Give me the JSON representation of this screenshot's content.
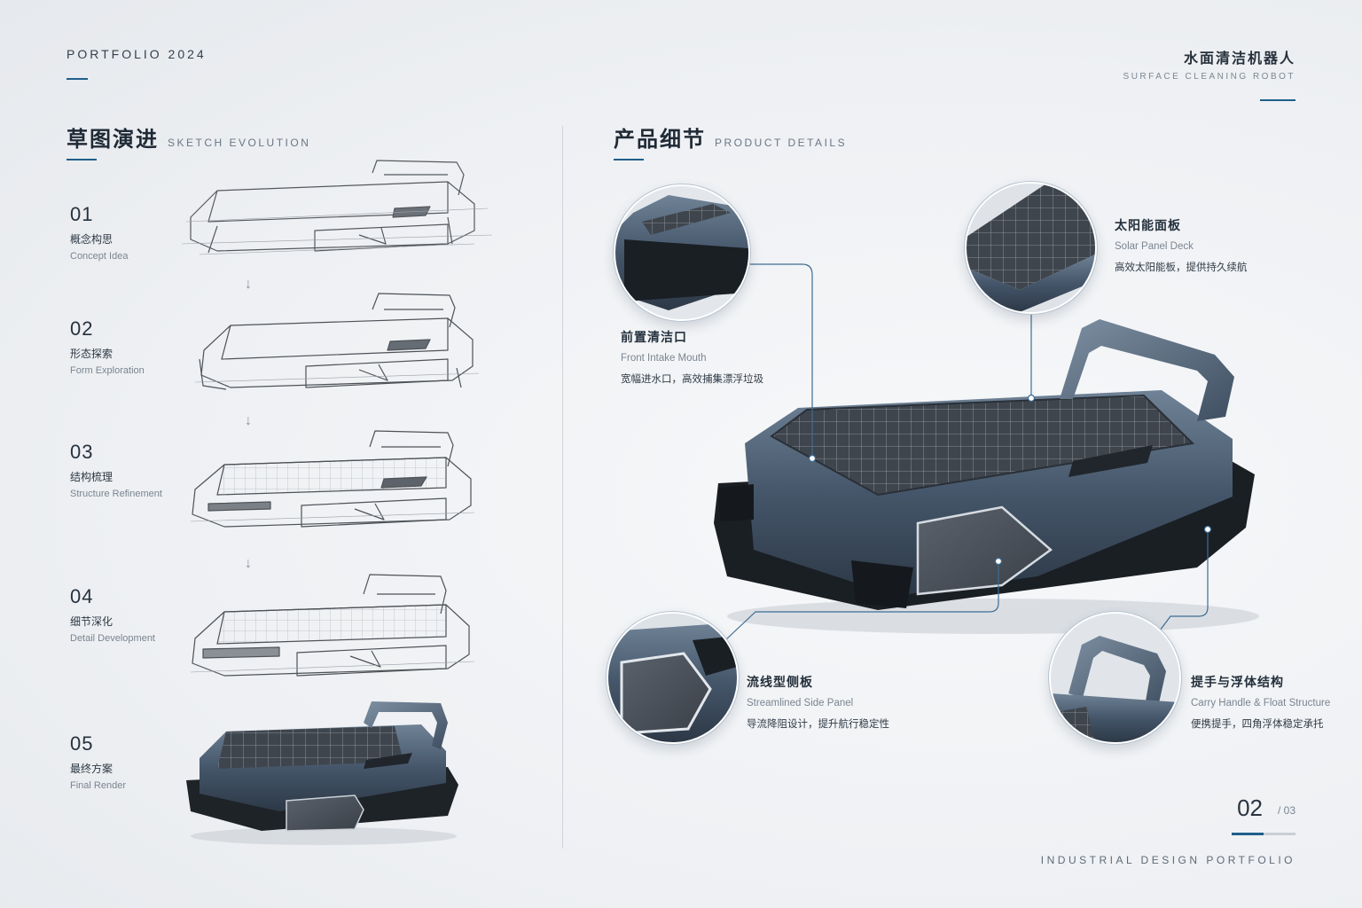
{
  "header": {
    "portfolio": "PORTFOLIO 2024",
    "project_cn": "水面清洁机器人",
    "project_en": "SURFACE CLEANING ROBOT"
  },
  "sketch_section": {
    "title_cn": "草图演进",
    "title_en": "SKETCH EVOLUTION",
    "steps": [
      {
        "num": "01",
        "cn": "概念构思",
        "en": "Concept Idea"
      },
      {
        "num": "02",
        "cn": "形态探索",
        "en": "Form Exploration"
      },
      {
        "num": "03",
        "cn": "结构梳理",
        "en": "Structure Refinement"
      },
      {
        "num": "04",
        "cn": "细节深化",
        "en": "Detail Development"
      },
      {
        "num": "05",
        "cn": "最终方案",
        "en": "Final Render"
      }
    ]
  },
  "detail_section": {
    "title_cn": "产品细节",
    "title_en": "PRODUCT DETAILS",
    "callouts": [
      {
        "cn": "前置清洁口",
        "en": "Front Intake Mouth",
        "desc": "宽幅进水口，高效捕集漂浮垃圾"
      },
      {
        "cn": "太阳能面板",
        "en": "Solar Panel Deck",
        "desc": "高效太阳能板，提供持久续航"
      },
      {
        "cn": "流线型侧板",
        "en": "Streamlined Side Panel",
        "desc": "导流降阻设计，提升航行稳定性"
      },
      {
        "cn": "提手与浮体结构",
        "en": "Carry Handle & Float Structure",
        "desc": "便携提手，四角浮体稳定承托"
      }
    ]
  },
  "pagination": {
    "current": "02",
    "total": "/ 03",
    "progress": 0.5
  },
  "footer": {
    "text": "INDUSTRIAL DESIGN PORTFOLIO"
  },
  "colors": {
    "accent": "#1f5f8b",
    "body_dark": "#3e4d5e",
    "panel": "#4a5058"
  }
}
